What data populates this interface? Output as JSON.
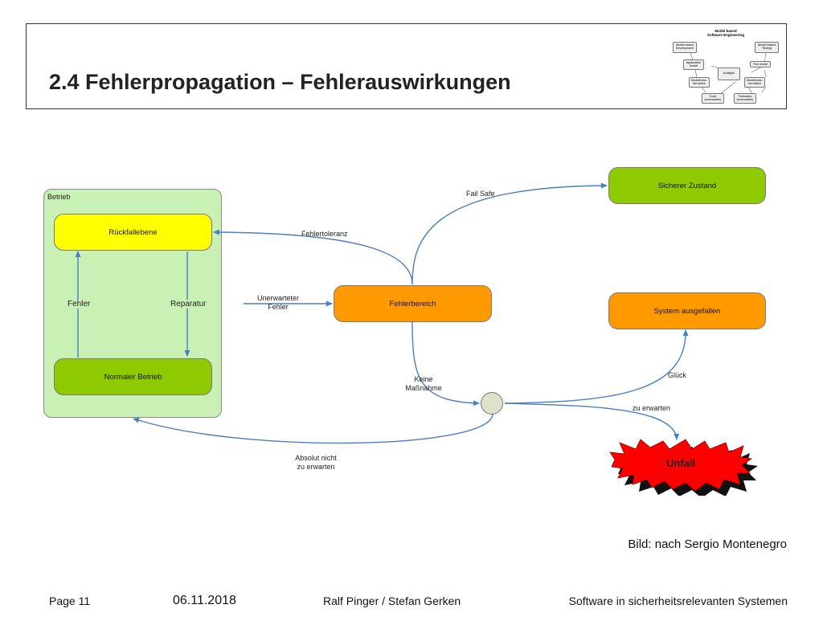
{
  "slide": {
    "title": "2.4 Fehlerpropagation – Fehlerauswirkungen",
    "caption": "Bild: nach Sergio Montenegro"
  },
  "mini_diagram": {
    "title_line1": "Model based",
    "title_line2": "Software Engineering",
    "boxes": {
      "mbd": "Model based Development",
      "mbt": "Model based Testing",
      "app": "Application model",
      "test": "Test model",
      "analysis": "Analysis",
      "mt1": "Modeltrans-formation",
      "mt2": "Modeltrans-formation",
      "code": "Code (executable)",
      "testcases": "Testcases (executable)"
    }
  },
  "diagram": {
    "group_label": "Betrieb",
    "nodes": {
      "rueckfallebene": "Rückfallebene",
      "normaler_betrieb": "Normaler Betrieb",
      "fehlerbereich": "Fehlerbereich",
      "sicherer_zustand": "Sicherer Zustand",
      "system_ausgefallen": "System ausgefallen",
      "unfall": "Unfall"
    },
    "edges": {
      "fehler": "Fehler",
      "reparatur": "Reparatur",
      "unerwarteter_fehler_1": "Unerwarteter",
      "unerwarteter_fehler_2": "Fehler",
      "fehlertoleranz": "Fehlertoleranz",
      "fail_safe": "Fail Safe",
      "keine_massnahme_1": "Keine",
      "keine_massnahme_2": "Maßnahme",
      "glueck": "Glück",
      "zu_erwarten": "zu erwarten",
      "absolut_nicht_1": "Absolut nicht",
      "absolut_nicht_2": "zu erwarten"
    },
    "colors": {
      "green_group": "#c9f0b5",
      "yellow": "#ffff00",
      "green_node": "#8fca00",
      "orange": "#ff9900",
      "red": "#ff0000",
      "arrow": "#4a7fc1"
    }
  },
  "footer": {
    "page": "Page 11",
    "date": "06.11.2018",
    "authors": "Ralf Pinger / Stefan Gerken",
    "course": "Software in sicherheitsrelevanten Systemen"
  }
}
